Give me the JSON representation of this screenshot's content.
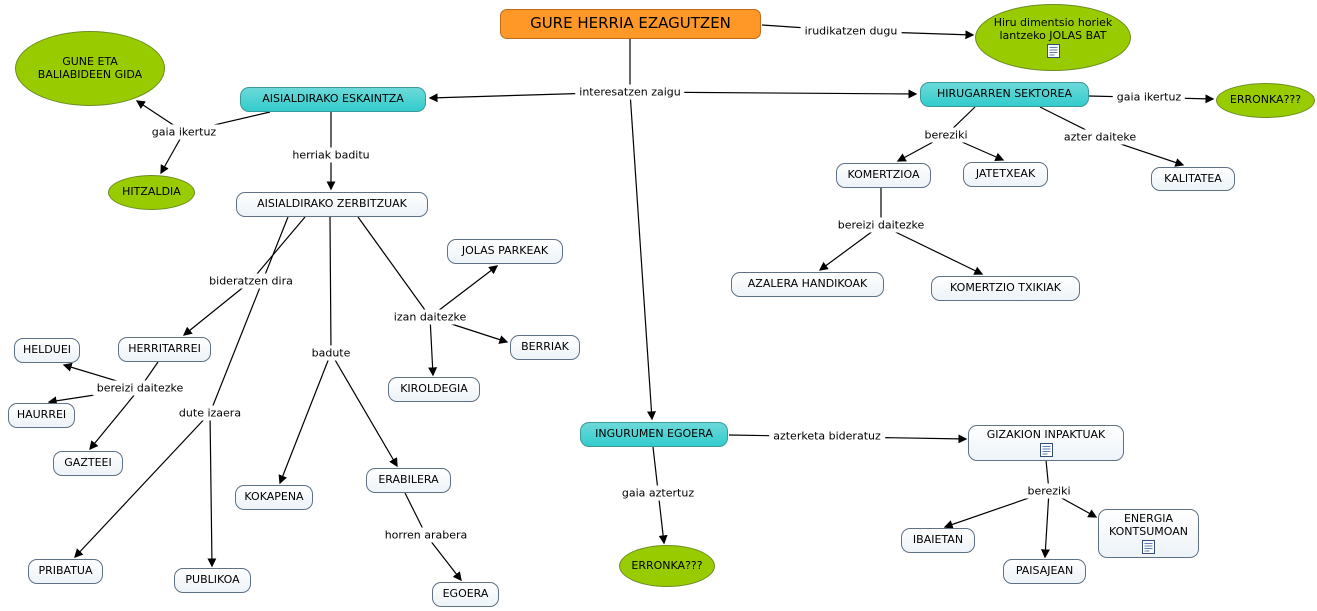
{
  "colors": {
    "background": "#FFFFFF",
    "title_fill": "#FF9826",
    "title_border": "#BF6A1F",
    "topic_fill": "#33CCCC",
    "topic_border": "#3A9A9A",
    "accent_fill": "#99CC00",
    "accent_border": "#6B8E23",
    "node_fill": "#EDF3F8",
    "node_border": "#5F7184",
    "line": "#000000",
    "text": "#000000"
  },
  "nodes": {
    "gure_herria": {
      "label": "GURE HERRIA EZAGUTZEN"
    },
    "jolas_bat": {
      "label": "Hiru dimentsio horiek lantzeko JOLAS BAT",
      "icon": "resource-icon"
    },
    "gune_gida": {
      "label": "GUNE ETA BALIABIDEEN GIDA"
    },
    "aisialdirako_eskaintza": {
      "label": "AISIALDIRAKO ESKAINTZA"
    },
    "hirugarren_sektorea": {
      "label": "HIRUGARREN SEKTOREA"
    },
    "erronka_sektorea": {
      "label": "ERRONKA???"
    },
    "hitzaldia": {
      "label": "HITZALDIA"
    },
    "aisialdirako_zerbitzuak": {
      "label": "AISIALDIRAKO ZERBITZUAK"
    },
    "komertzioa": {
      "label": "KOMERTZIOA"
    },
    "jatetxeak": {
      "label": "JATETXEAK"
    },
    "kalitatea": {
      "label": "KALITATEA"
    },
    "jolas_parkeak": {
      "label": "JOLAS PARKEAK"
    },
    "azalera_handikoak": {
      "label": "AZALERA HANDIKOAK"
    },
    "komertzio_txikiak": {
      "label": "KOMERTZIO TXIKIAK"
    },
    "helduei": {
      "label": "HELDUEI"
    },
    "herritarrei": {
      "label": "HERRITARREI"
    },
    "berriak": {
      "label": "BERRIAK"
    },
    "kiroldegia": {
      "label": "KIROLDEGIA"
    },
    "haurrei": {
      "label": "HAURREI"
    },
    "gazteei": {
      "label": "GAZTEEI"
    },
    "ingurumen_egoera": {
      "label": "INGURUMEN EGOERA"
    },
    "gizakion_inpaktuak": {
      "label": "GIZAKION INPAKTUAK",
      "icon": "resource-icon"
    },
    "kokapena": {
      "label": "KOKAPENA"
    },
    "erabilera": {
      "label": "ERABILERA"
    },
    "ibaietan": {
      "label": "IBAIETAN"
    },
    "energia_kontsumoan": {
      "label": "ENERGIA KONTSUMOAN",
      "icon": "resource-icon"
    },
    "pribatua": {
      "label": "PRIBATUA"
    },
    "publikoa": {
      "label": "PUBLIKOA"
    },
    "erronka_ingurumen": {
      "label": "ERRONKA???"
    },
    "paisajean": {
      "label": "PAISAJEAN"
    },
    "egoera": {
      "label": "EGOERA"
    }
  },
  "edge_labels": {
    "irudikatzen_dugu": "irudikatzen dugu",
    "interesatzen_zaigu": "interesatzen zaigu",
    "gaia_ikertuz_left": "gaia ikertuz",
    "herriak_baditu": "herriak baditu",
    "gaia_ikertuz_right": "gaia ikertuz",
    "bereziki_sektorea": "bereziki",
    "azter_daiteke": "azter daiteke",
    "bereizi_daitezke_komertzioa": "bereizi daitezke",
    "bideratzen_dira": "bideratzen dira",
    "izan_daitezke": "izan daitezke",
    "badute": "badute",
    "bereizi_daitezke_herritarrei": "bereizi daitezke",
    "dute_izaera": "dute izaera",
    "azterketa_bideratuz": "azterketa bideratuz",
    "gaia_aztertuz": "gaia aztertuz",
    "bereziki_inpaktuak": "bereziki",
    "horren_arabera": "horren arabera"
  }
}
